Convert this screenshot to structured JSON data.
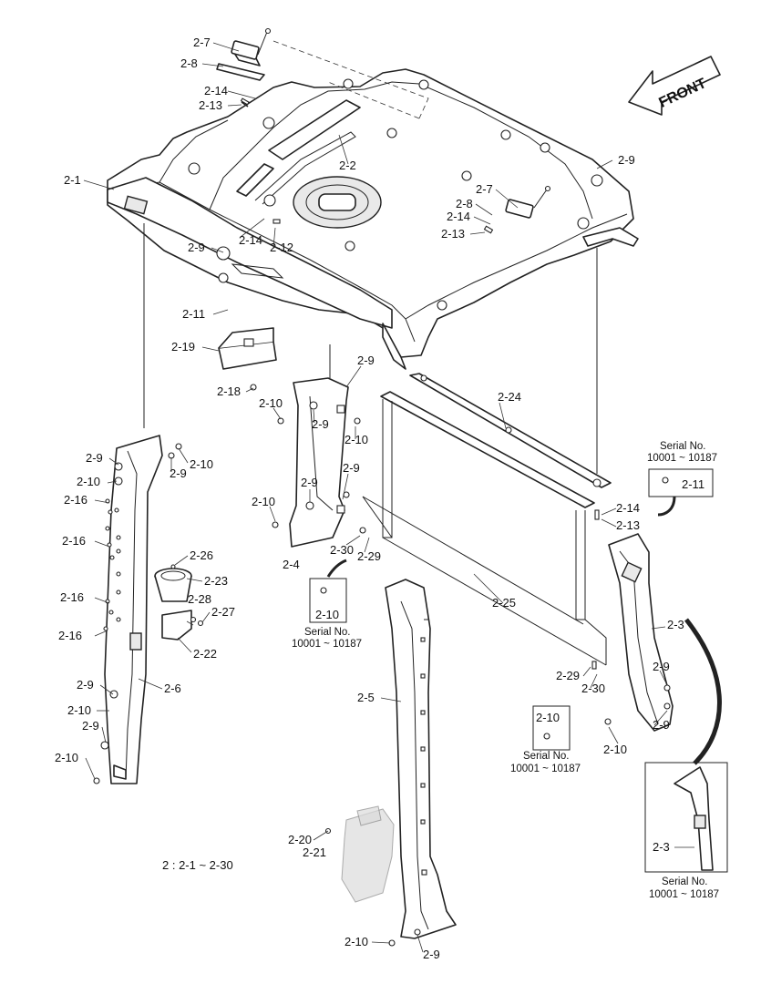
{
  "front_label": "FRONT",
  "note": "2 : 2-1 ~ 2-30",
  "labels": {
    "p2_1": "2-1",
    "p2_2": "2-2",
    "p2_3": "2-3",
    "p2_4": "2-4",
    "p2_5": "2-5",
    "p2_6": "2-6",
    "p2_7": "2-7",
    "p2_8": "2-8",
    "p2_9": "2-9",
    "p2_10": "2-10",
    "p2_11": "2-11",
    "p2_12": "2-12",
    "p2_13": "2-13",
    "p2_14": "2-14",
    "p2_16": "2-16",
    "p2_18": "2-18",
    "p2_19": "2-19",
    "p2_20": "2-20",
    "p2_21": "2-21",
    "p2_22": "2-22",
    "p2_23": "2-23",
    "p2_24": "2-24",
    "p2_25": "2-25",
    "p2_26": "2-26",
    "p2_27": "2-27",
    "p2_28": "2-28",
    "p2_29": "2-29",
    "p2_30": "2-30"
  },
  "serial": {
    "title": "Serial No.",
    "range": "10001 ~ 10187"
  }
}
